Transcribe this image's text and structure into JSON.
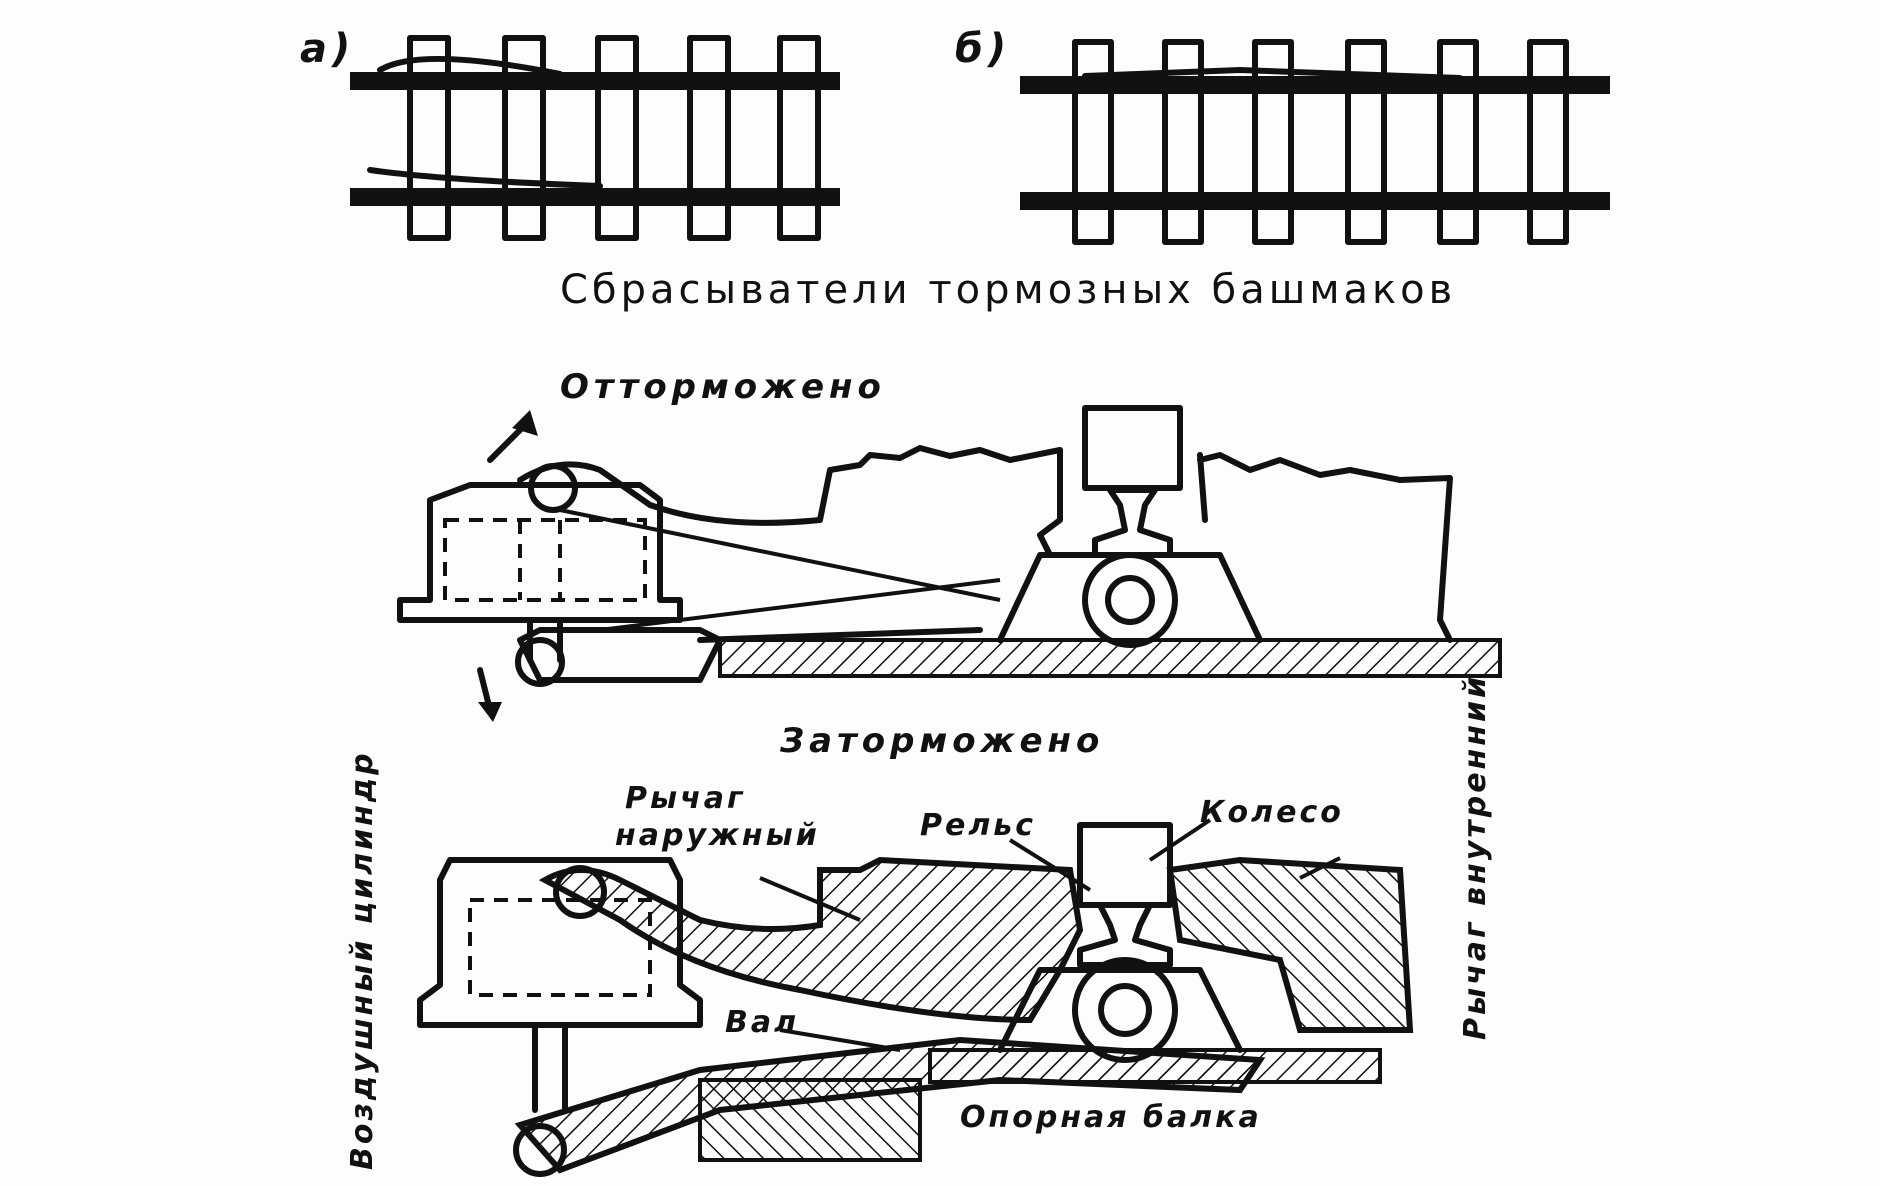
{
  "figure": {
    "subfig_a": "а)",
    "subfig_b": "б)",
    "caption_top": "Сбрасыватели тормозных башмаков",
    "state_released": "Отторможено",
    "state_braked": "Заторможено"
  },
  "labels": {
    "outer_lever": [
      "Рычаг",
      "наружный"
    ],
    "rail": "Рельс",
    "wheel": "Колесо",
    "inner_lever": "Рычаг внутренний",
    "air_cylinder": "Воздушный цилиндр",
    "shaft": "Вал",
    "support_beam": "Опорная балка"
  }
}
